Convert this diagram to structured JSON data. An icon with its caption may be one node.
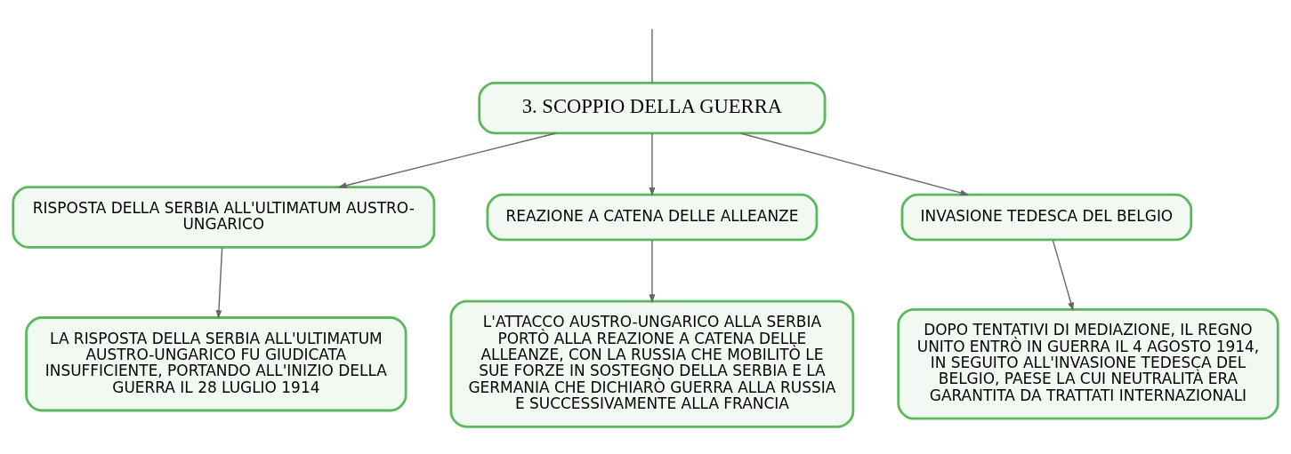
{
  "diagram": {
    "nodes": [
      {
        "text": [
          "3. SCOPPIO DELLA GUERRA"
        ]
      },
      {
        "text": [
          "RISPOSTA DELLA SERBIA ALL'ULTIMATUM AUSTRO-UNGARICO"
        ]
      },
      {
        "text": [
          "REAZIONE A CATENA DELLE ALLEANZE"
        ]
      },
      {
        "text": [
          "INVASIONE TEDESCA DEL BELGIO"
        ]
      },
      {
        "text": [
          "LA RISPOSTA DELLA SERBIA ALL'ULTIMATUM AUSTRO-UNGARICO FU GIUDICATA INSUFFICIENTE, PORTANDO ALL'INIZIO DELLA GUERRA IL 28 LUGLIO 1914"
        ]
      },
      {
        "text": [
          "L'ATTACCO AUSTRO-UNGARICO ALLA SERBIA PORTÒ ALLA REAZIONE A CATENA DELLE ALLEANZE, CON LA RUSSIA CHE MOBILITÒ LE SUE FORZE IN SOSTEGNO DELLA SERBIA E LA GERMANIA CHE DICHIARÒ GUERRA ALLA RUSSIA E SUCCESSIVAMENTE ALLA FRANCIA"
        ]
      },
      {
        "text": [
          "DOPO TENTATIVI DI MEDIAZIONE, IL REGNO UNITO ENTRÒ IN GUERRA IL 4 AGOSTO 1914, IN SEGUITO ALL'INVASIONE TEDESCA DEL BELGIO, PAESE LA CUI NEUTRALITÀ ERA GARANTITA DA TRATTATI INTERNAZIONALI"
        ]
      }
    ],
    "edges": [
      {
        "from": null,
        "to": 0,
        "arrow": "none"
      },
      {
        "from": 0,
        "to": 1,
        "arrow": "to"
      },
      {
        "from": 0,
        "to": 2,
        "arrow": "to"
      },
      {
        "from": 0,
        "to": 3,
        "arrow": "to"
      },
      {
        "from": 1,
        "to": 4,
        "arrow": "to"
      },
      {
        "from": 2,
        "to": 5,
        "arrow": "to"
      },
      {
        "from": 3,
        "to": 6,
        "arrow": "to"
      }
    ]
  }
}
